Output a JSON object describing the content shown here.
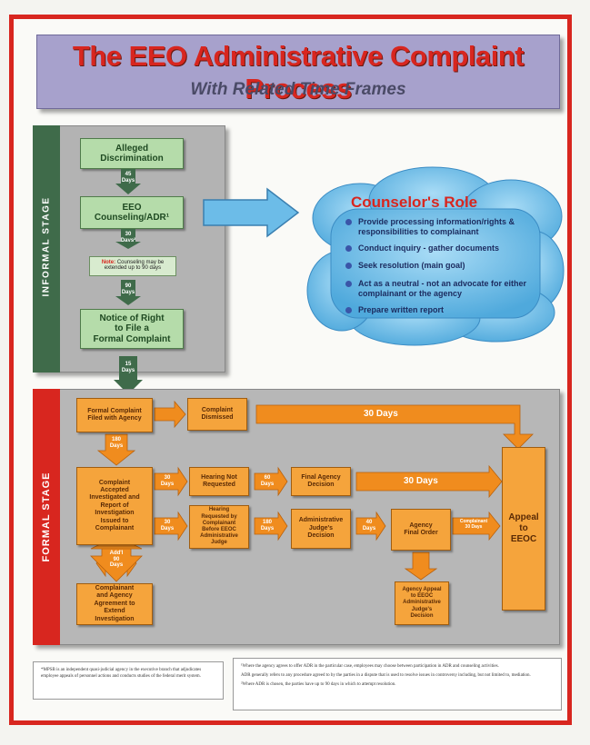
{
  "title": "The EEO Administrative Complaint Process",
  "subtitle": "With Related Time Frames",
  "informal": {
    "stage_label": "INFORMAL STAGE",
    "alleged": "Alleged\nDiscrimination",
    "days_45": "45\nDays",
    "counseling": "EEO\nCounseling/ADR¹",
    "days_30": "30\nDays²",
    "note_prefix": "Note:",
    "note_text": " Counseling may be extended up to 90 days",
    "days_90": "90\nDays",
    "notice": "Notice of Right\nto File a\nFormal Complaint",
    "days_15": "15\nDays"
  },
  "counselor": {
    "title": "Counselor's Role",
    "items": [
      "Provide processing information/rights & responsibilities to complainant",
      "Conduct inquiry - gather documents",
      "Seek resolution (main goal)",
      "Act as a neutral - not an advocate for either complainant or the agency",
      "Prepare written report"
    ]
  },
  "formal": {
    "stage_label": "FORMAL STAGE",
    "filed": "Formal Complaint\nFiled with Agency",
    "dismissed": "Complaint\nDismissed",
    "days_30_top": "30 Days",
    "days_180": "180\nDays",
    "accepted": "Complaint\nAccepted\nInvestigated and\nReport of\nInvestigation\nIssued to\nComplainant",
    "days_30_a": "30\nDays",
    "hearing_not": "Hearing Not\nRequested",
    "days_60_a": "60\nDays",
    "final_agency": "Final Agency\nDecision",
    "days_30_mid": "30 Days",
    "days_30_b": "30\nDays",
    "hearing_req": "Hearing\nRequested by\nComplainant\nBefore EEOC\nAdministrative\nJudge",
    "days_180_b": "180\nDays",
    "admin_judge": "Administrative\nJudge's\nDecision",
    "days_40": "40\nDays",
    "agency_final": "Agency\nFinal Order",
    "complainant_30": "Complainant\n30 Days",
    "appeal": "Appeal\nto\nEEOC",
    "addl_90": "Add'l\n90\nDays",
    "agreement": "Complainant\nand Agency\nAgreement to\nExtend\nInvestigation",
    "agency_appeal": "Agency Appeal\nto EEOC\nAdministrative\nJudge's\nDecision"
  },
  "footnotes": {
    "left": "*MPSB is an independent quasi-judicial agency in the executive branch that adjudicates employee appeals of personnel actions and conducts studies of the federal merit system.",
    "right_1": "¹Where the agency agrees to offer ADR in the particular case, employees may choose between participation in ADR and counseling activities.",
    "right_2": "ADR generally refers to any procedure agreed to by the parties in a dispute that is used to resolve issues in controversy including, but not limited to, mediation.",
    "right_3": "²Where ADR is chosen, the parties have up to 90 days in which to attempt resolution."
  },
  "colors": {
    "frame": "#d8261f",
    "title_bg": "#a7a1cc",
    "informal_green": "#3f6b4a",
    "green_box": "#b5dcaa",
    "orange": "#f5a43c",
    "cloud": "#7fc7ee"
  }
}
